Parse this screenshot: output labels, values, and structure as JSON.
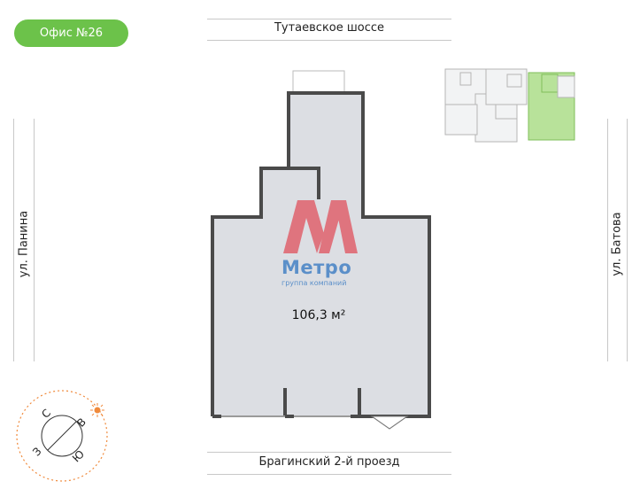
{
  "badge": {
    "label": "Офис №26",
    "color": "#6cc24a"
  },
  "streets": {
    "top": "Тутаевское шоссе",
    "bottom": "Брагинский 2-й проезд",
    "left": "ул. Панина",
    "right": "ул. Батова"
  },
  "room": {
    "area": "106,3 м²"
  },
  "logo": {
    "name": "Метро",
    "tagline": "группа компаний",
    "mark_color": "#e05a66",
    "text_color": "#5b8fc9"
  },
  "compass": {
    "north": "С",
    "east": "В",
    "south": "Ю",
    "west": "З",
    "sun_color": "#f08a3c"
  },
  "keyplan": {
    "highlight_color": "#b8e29a"
  },
  "colors": {
    "floor": "#dcdee3",
    "wall": "#4a4a4a"
  }
}
